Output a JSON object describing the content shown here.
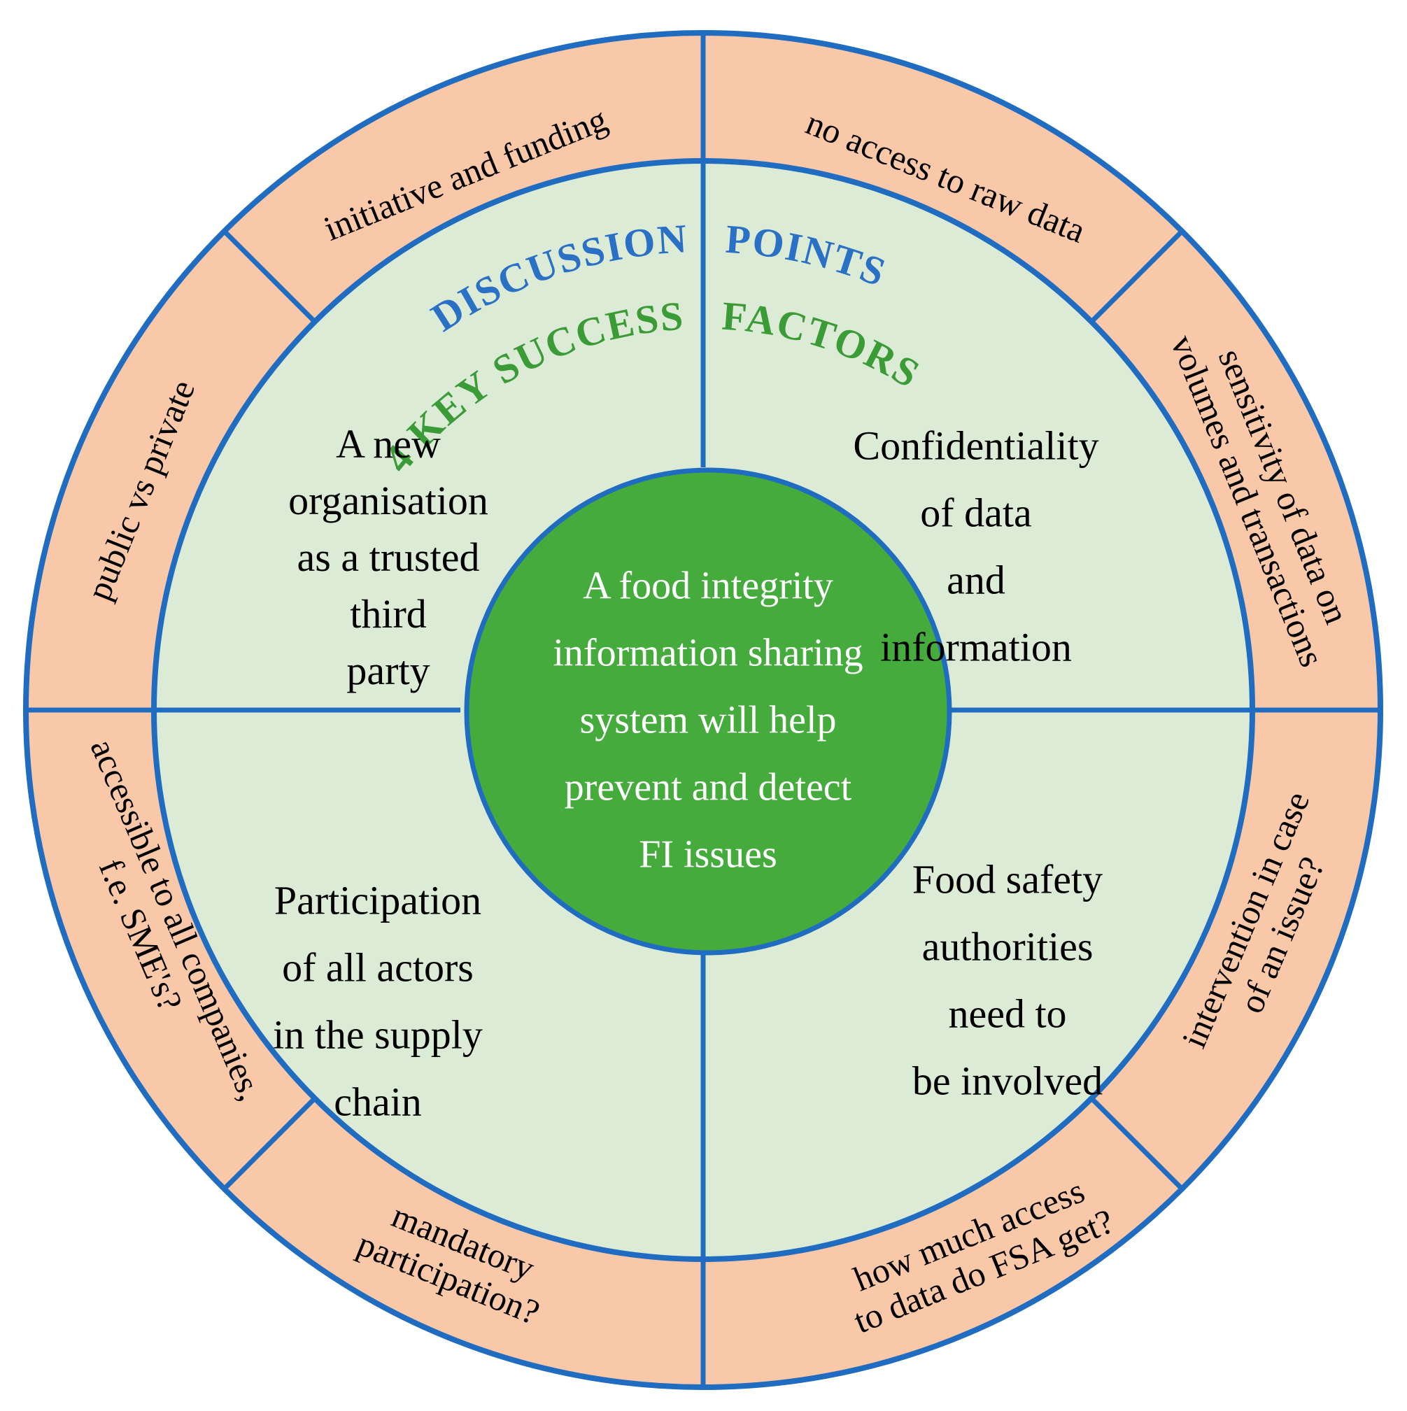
{
  "colors": {
    "line": "#1f6cc0",
    "outer_ring_fill": "#f9c8a8",
    "inner_ring_fill": "#dcebd6",
    "center_fill": "#45ab3c",
    "discussion_text": "#2a70c4",
    "success_text": "#3b9b36",
    "center_text": "#ffffff"
  },
  "outer_ring": {
    "heading_left": "DISCUSSION",
    "heading_right": "POINTS",
    "segments": [
      {
        "id": "top-left",
        "lines": [
          "initiative and funding"
        ]
      },
      {
        "id": "top-right",
        "lines": [
          "no  access to raw data"
        ]
      },
      {
        "id": "right-upper",
        "lines": [
          "sensitivity of data on",
          "volumes and transactions"
        ]
      },
      {
        "id": "right-lower",
        "lines": [
          "intervention in case",
          "of an issue?"
        ]
      },
      {
        "id": "bottom-right",
        "lines": [
          "how much access",
          "to data do FSA get?"
        ]
      },
      {
        "id": "bottom-left",
        "lines": [
          "mandatory",
          "participation?"
        ]
      },
      {
        "id": "left-lower",
        "lines": [
          "accessible to all companies,",
          "f.e. SME's?"
        ]
      },
      {
        "id": "left-upper",
        "lines": [
          "public vs private"
        ]
      }
    ]
  },
  "inner_ring": {
    "heading_left": "4 KEY SUCCESS",
    "heading_right": "FACTORS",
    "quadrants": [
      {
        "id": "top-left",
        "lines": [
          "A new",
          "organisation",
          "as a trusted",
          "third",
          "party"
        ]
      },
      {
        "id": "top-right",
        "lines": [
          "Confidentiality",
          "of data",
          "and",
          "information"
        ]
      },
      {
        "id": "bottom-left",
        "lines": [
          "Participation",
          "of all actors",
          "in the supply",
          "chain"
        ]
      },
      {
        "id": "bottom-right",
        "lines": [
          "Food safety",
          "authorities",
          "need to",
          "be involved"
        ]
      }
    ]
  },
  "center": {
    "lines": [
      "A food integrity",
      "information sharing",
      "system will help",
      "prevent and detect",
      "FI issues"
    ]
  }
}
